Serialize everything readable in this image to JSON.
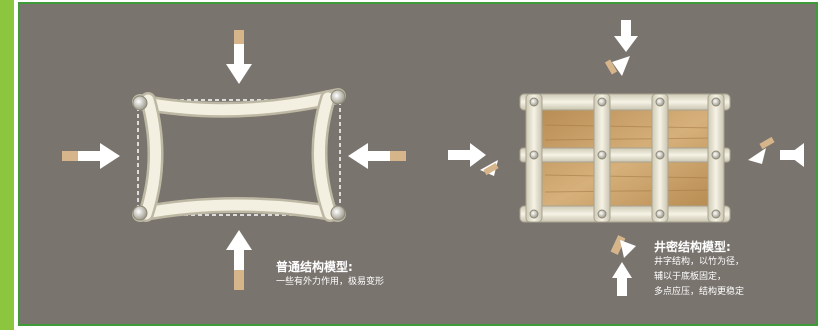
{
  "colors": {
    "background": "#7a746f",
    "border": "#3f9a3a",
    "accent_band": "#8cc63f",
    "strip": "#e9e6d6",
    "wood": "#c9a06a",
    "text": "#ffffff"
  },
  "models": [
    {
      "title": "普通结构模型:",
      "lines": [
        "一些有外力作用，极易变形"
      ]
    },
    {
      "title": "井密结构模型:",
      "lines": [
        "井字结构，以竹为径，",
        "辅以于底板固定，",
        "多点应压，结构更稳定"
      ]
    }
  ]
}
